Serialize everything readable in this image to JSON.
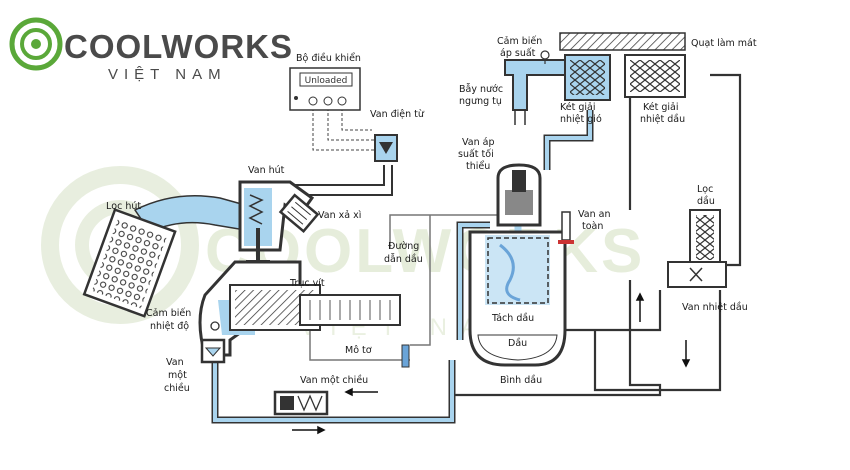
{
  "logo": {
    "brand": "COOLWORKS",
    "sub": "VIỆT NAM",
    "ring_color": "#5aa839"
  },
  "controller": {
    "title": "Bộ điều khiển",
    "display": "Unloaded"
  },
  "labels": {
    "electronic_valve": "Van điện từ",
    "inlet_valve": "Van hút",
    "vent_valve": "Van xả xì",
    "suction_filter": "Lọc hút",
    "screw_shaft": "Trục vít",
    "temp_sensor_1": "Cảm biến",
    "temp_sensor_2": "nhiệt độ",
    "check_valve_left_1": "Van",
    "check_valve_left_2": "một",
    "check_valve_left_3": "chiều",
    "motor": "Mô tơ",
    "check_valve_bottom": "Van một chiều",
    "oil_line_1": "Đường",
    "oil_line_2": "dẫn dầu",
    "pressure_sensor_1": "Cảm biến",
    "pressure_sensor_2": "áp suất",
    "condensate_trap_1": "Bẫy nước",
    "condensate_trap_2": "ngưng tụ",
    "air_cooler_1": "Két giải",
    "air_cooler_2": "nhiệt gió",
    "oil_cooler_1": "Két giải",
    "oil_cooler_2": "nhiệt dầu",
    "cooling_fan": "Quạt làm mát",
    "min_pressure_1": "Van áp",
    "min_pressure_2": "suất tối",
    "min_pressure_3": "thiểu",
    "safety_valve_1": "Van an",
    "safety_valve_2": "toàn",
    "oil_separator": "Tách dầu",
    "oil": "Dầu",
    "oil_tank": "Bình dầu",
    "oil_filter_1": "Lọc",
    "oil_filter_2": "dầu",
    "thermo_valve": "Van nhiệt dầu"
  },
  "colors": {
    "air": "#a9d4ee",
    "pipe": "#2b2b2b",
    "housing": "#3a3a3a"
  }
}
